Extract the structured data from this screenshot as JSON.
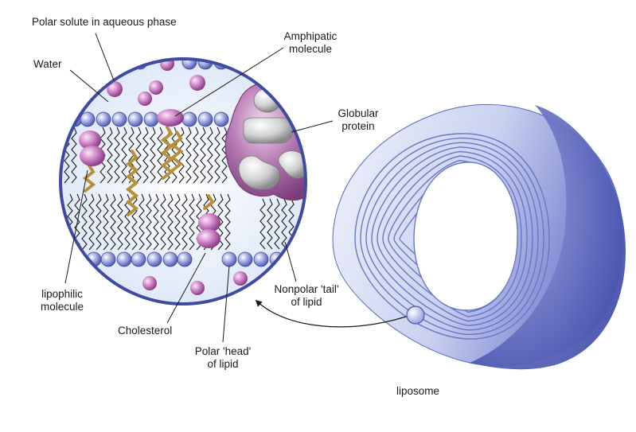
{
  "labels": {
    "polar_solute": "Polar solute in aqueous phase",
    "water": "Water",
    "amphipatic_line1": "Amphipatic",
    "amphipatic_line2": "molecule",
    "globular_line1": "Globular",
    "globular_line2": "protein",
    "lipophilic_line1": "lipophilic",
    "lipophilic_line2": "molecule",
    "cholesterol": "Cholesterol",
    "polar_head_line1": "Polar 'head'",
    "polar_head_line2": "of lipid",
    "nonpolar_tail_line1": "Nonpolar 'tail'",
    "nonpolar_tail_line2": "of lipid",
    "liposome": "liposome"
  },
  "colors": {
    "lipid_head": "#8f98d8",
    "circle_border": "#3f4aa0",
    "water_bg": "#e6eefa",
    "solute_magenta": "#b05aa8",
    "protein_purple": "#9a5a9e",
    "protein_gray": "#c8c8c8",
    "cholesterol_tan": "#b8903a",
    "tail_black": "#1a1a1a",
    "liposome_blue": "#5b67c0",
    "liposome_light": "#dfe5f7"
  }
}
